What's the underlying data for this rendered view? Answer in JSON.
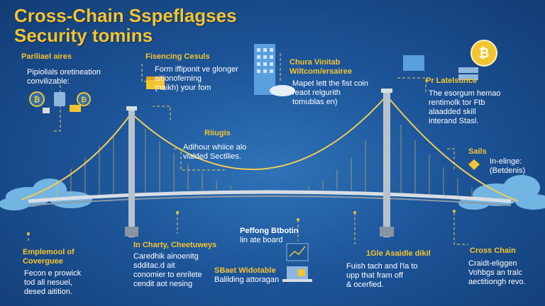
{
  "title": {
    "line1": "Cross-Chain Sspeflagses",
    "line2": "Security tomins"
  },
  "callouts": {
    "parallel": {
      "heading": "Pariliael aires",
      "body1": "Pipiolials oretineation",
      "body2": "convilizable:"
    },
    "financing": {
      "heading": "Fisencing Cesuls",
      "body1": "Form iffiponit ve glonger",
      "body2": "aitionoferning",
      "body3": "(naikh) your fom"
    },
    "chura": {
      "heading": "Chura Vinitab",
      "heading2": "Wiltcom/ersairee",
      "body1": "Mapet lett the fist coin",
      "body2": "reaot relgurith",
      "body3": "tomublas en)"
    },
    "latelsunce": {
      "heading": "Pr Latelsunce",
      "body1": "The esorgum hemao",
      "body2": "rentimolk tor Ftb",
      "body3": "alaadded skill",
      "body4": "interand Stasl."
    },
    "bridge": {
      "heading": "Riiugis",
      "body1": "Adihour whiice alo",
      "body2": "vialded Sectllies."
    },
    "sails": {
      "heading": "Sails",
      "body1": "In-elinge:",
      "body2": "(Betdenis)"
    },
    "coverguee": {
      "heading": "Emplemool of",
      "heading2": "Coverguee",
      "body1": "Fecon e prowick",
      "body2": "tod all nesuel,",
      "body3": "desed aitition."
    },
    "charty": {
      "heading": "In Charty, Cheetuweys",
      "body1": "Caredhik ainoenitg",
      "body2": "sdditac.d ait",
      "body3": "conomier to enrilete",
      "body4": "cendit aot nesing"
    },
    "peffong": {
      "heading": "Peffong Btbotin",
      "body1": "lin ate board"
    },
    "widotable": {
      "heading": "SBaet Widotable",
      "body1": "Balilding attoragan"
    },
    "asaide": {
      "heading": "1Gle Asaidle dikil",
      "body1": "Fuish tach and l'la to",
      "body2": "upp that fram off",
      "body3": "& ocerfied."
    },
    "crosschain": {
      "heading": "Cross Chain",
      "body1": "Craidt-eliggen",
      "body2": "Vohbgs an tralc",
      "body3": "aectitiongh revo."
    }
  },
  "icons": {
    "coin_symbol": "₿",
    "coin_color": "#f4c430",
    "bridge_cable": "#e8c14a",
    "tower_color": "#b9c2cc",
    "cloud_color": "#6fb3e6"
  }
}
